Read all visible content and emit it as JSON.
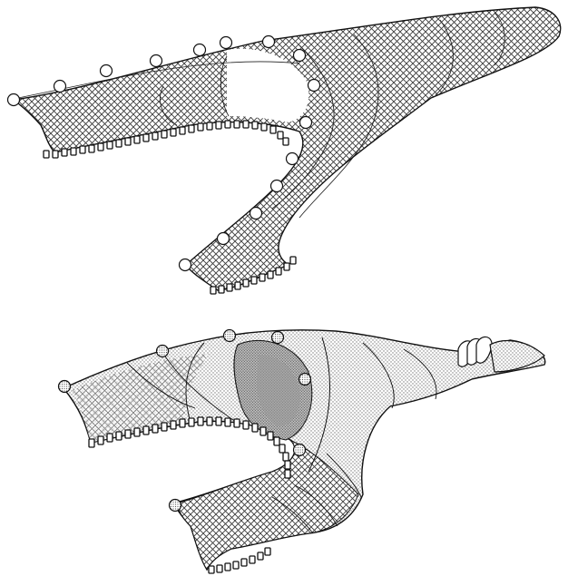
{
  "figure": {
    "panels": [
      {
        "id": "top",
        "style": "crosshatch",
        "weights": "open"
      },
      {
        "id": "bottom",
        "style": "stipple",
        "weights": "dotted"
      }
    ],
    "colors": {
      "outline": "#111111",
      "hatch": "#3a3a3a",
      "stipple": "#7a7a7a",
      "dark_region": "#8a8a8a",
      "background": "#ffffff"
    }
  }
}
